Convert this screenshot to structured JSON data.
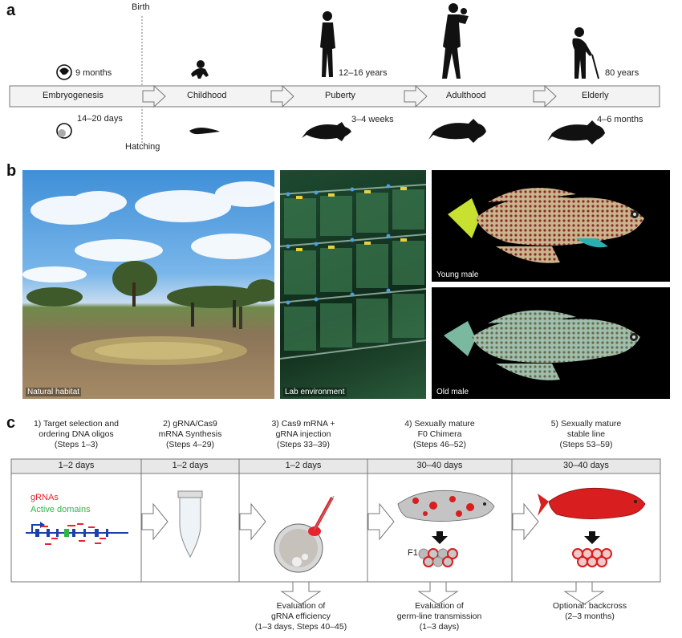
{
  "panels": {
    "a": "a",
    "b": "b",
    "c": "c"
  },
  "human": {
    "birth": "Birth",
    "gestation": "9 months",
    "puberty_age": "12–16 years",
    "elderly_age": "80 years"
  },
  "fish": {
    "embryo_time": "14–20 days",
    "hatching": "Hatching",
    "puberty_time": "3–4 weeks",
    "elderly_time": "4–6 months"
  },
  "stages": [
    "Embryogenesis",
    "Childhood",
    "Puberty",
    "Adulthood",
    "Elderly"
  ],
  "photos": {
    "habitat": "Natural habitat",
    "lab": "Lab environment",
    "young": "Young male",
    "old": "Old male"
  },
  "steps": [
    {
      "title": "1) Target selection and\nordering DNA oligos\n(Steps 1–3)",
      "duration": "1–2 days"
    },
    {
      "title": "2) gRNA/Cas9\nmRNA Synthesis\n(Steps 4–29)",
      "duration": "1–2 days"
    },
    {
      "title": "3) Cas9 mRNA +\ngRNA injection\n(Steps 33–39)",
      "duration": "1–2 days"
    },
    {
      "title": "4) Sexually mature\nF0 Chimera\n(Steps 46–52)",
      "duration": "30–40 days"
    },
    {
      "title": "5) Sexually mature\nstable line\n(Steps 53–59)",
      "duration": "30–40 days"
    }
  ],
  "legend": {
    "grnas": "gRNAs",
    "domains": "Active domains",
    "f1": "F1"
  },
  "evaluations": [
    "Evaluation of\ngRNA efficiency\n(1–3 days, Steps 40–45)",
    "Evaluation of\ngerm-line transmission\n(1–3 days)",
    "Optional: backcross\n(2–3 months)"
  ],
  "colors": {
    "grnas": "#e8232a",
    "domains": "#2fb64a",
    "gene": "#1d3fa8",
    "fish_red": "#d81e1e"
  }
}
